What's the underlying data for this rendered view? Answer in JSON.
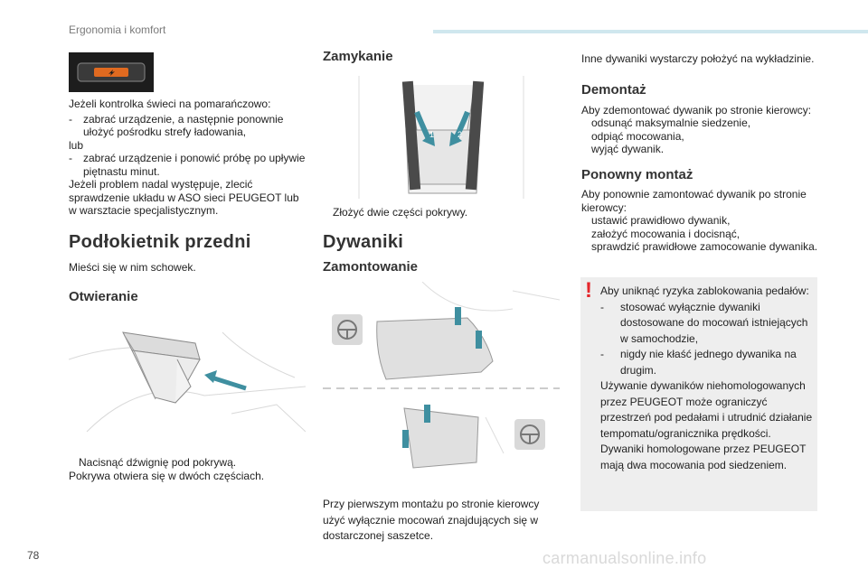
{
  "header": {
    "section": "Ergonomia i komfort"
  },
  "page_number": "78",
  "watermark": "carmanualsonline.info",
  "col1": {
    "intro": "Jeżeli kontrolka świeci na pomarańczowo:",
    "item1_mark": "-",
    "item1": "zabrać urządzenie, a następnie ponownie ułożyć pośrodku strefy ładowania,",
    "or": "lub",
    "item2_mark": "-",
    "item2": "zabrać urządzenie i ponowić próbę po upływie piętnastu minut.",
    "para": "Jeżeli problem nadal występuje, zlecić sprawdzenie układu w ASO sieci PEUGEOT lub w warsztacie specjalistycznym.",
    "h_front": "Podłokietnik przedni",
    "front_text": "Mieści się w nim schowek.",
    "h_open": "Otwieranie",
    "open_step": "Nacisnąć dźwignię pod pokrywą.",
    "open_note": "Pokrywa otwiera się w dwóch częściach."
  },
  "col2": {
    "h_close": "Zamykanie",
    "close_step": "Złożyć dwie części pokrywy.",
    "h_mats": "Dywaniki",
    "h_fit": "Zamontowanie",
    "fit_note": "Przy pierwszym montażu po stronie kierowcy użyć wyłącznie mocowań znajdujących się w dostarczonej saszetce.",
    "fig_labels": {
      "one": "1",
      "two": "2"
    }
  },
  "col3": {
    "intro": "Inne dywaniki wystarczy położyć na wykładzinie.",
    "h_remove": "Demontaż",
    "remove_intro": "Aby zdemontować dywanik po stronie kierowcy:",
    "remove_steps": [
      "odsunąć maksymalnie siedzenie,",
      "odpiąć mocowania,",
      "wyjąć dywanik."
    ],
    "h_refit": "Ponowny montaż",
    "refit_intro": "Aby ponownie zamontować dywanik po stronie kierowcy:",
    "refit_steps": [
      "ustawić prawidłowo dywanik,",
      "założyć mocowania i docisnąć,",
      "sprawdzić prawidłowe zamocowanie dywanika."
    ]
  },
  "bullet_glyph": "",
  "warning": {
    "icon": "!",
    "intro": "Aby uniknąć ryzyka zablokowania pedałów:",
    "item1_mark": "-",
    "item1": "stosować wyłącznie dywaniki dostosowane do mocowań istniejących w samochodzie,",
    "item2_mark": "-",
    "item2": "nigdy nie kłaść jednego dywanika na drugim.",
    "para1": "Używanie dywaników niehomologowanych przez PEUGEOT może ograniczyć przestrzeń pod pedałami i utrudnić działanie tempomatu/ogranicznika prędkości.",
    "para2": "Dywaniki homologowane przez PEUGEOT mają dwa mocowania pod siedzeniem."
  },
  "colors": {
    "accent_bar": "#cfe7ee",
    "warn_bg": "#eeeeee",
    "warn_icon": "#e4252a",
    "arrow": "#3f8fa0",
    "lamp": "#e06a20"
  }
}
